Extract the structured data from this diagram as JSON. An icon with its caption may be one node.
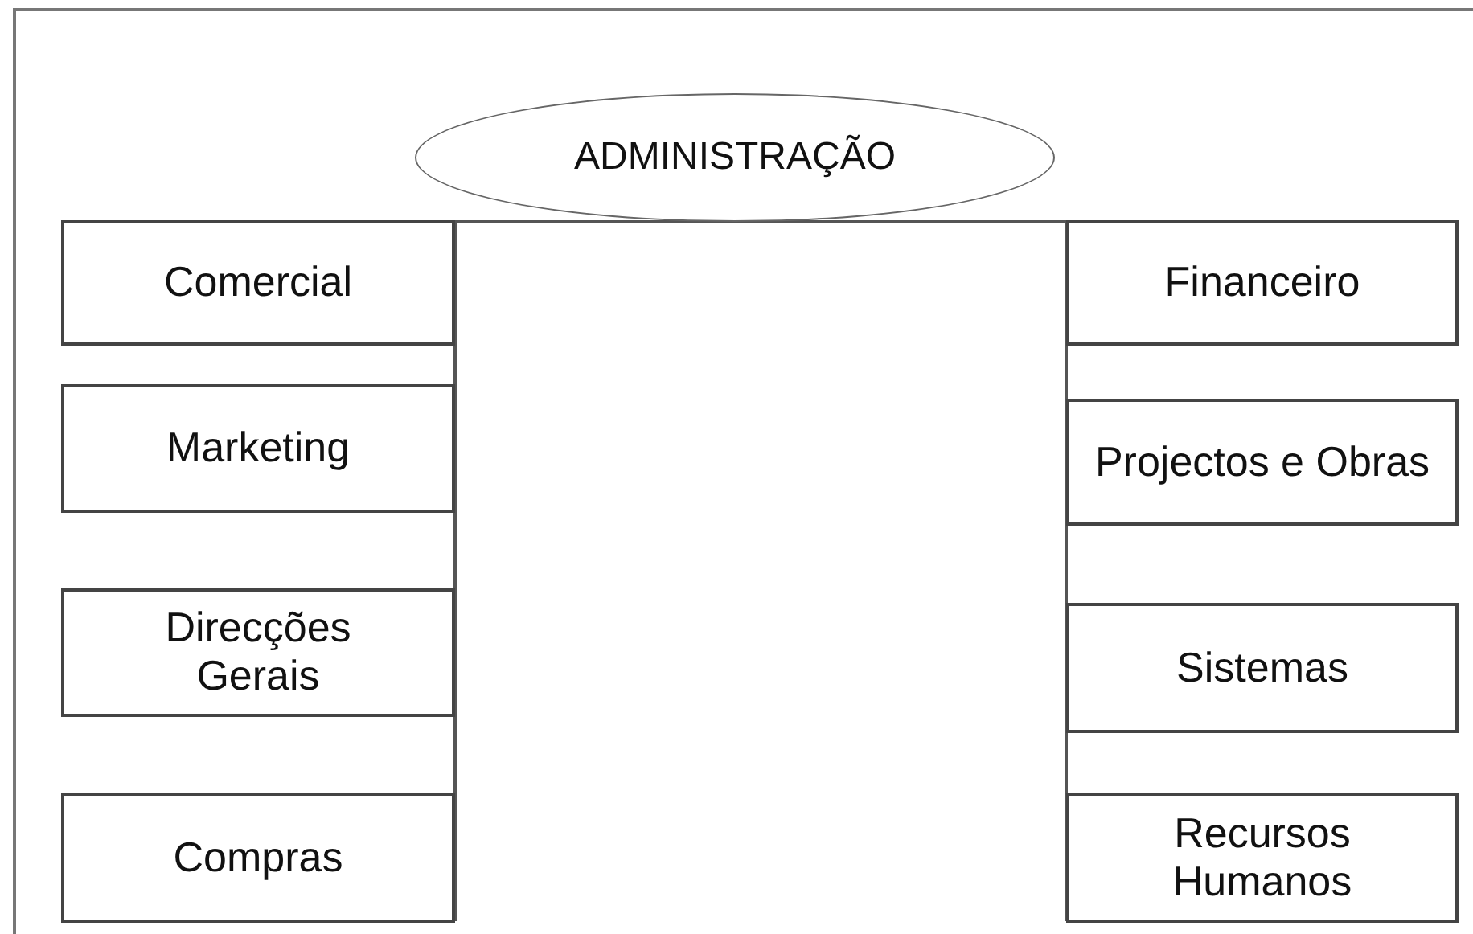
{
  "diagram": {
    "nodes": [
      {
        "text": [
          "ADMINISTRAÇÃO"
        ]
      },
      {
        "text": [
          "Comercial"
        ]
      },
      {
        "text": [
          "Marketing"
        ]
      },
      {
        "text": [
          "Direcções Gerais"
        ]
      },
      {
        "text": [
          "Compras"
        ]
      },
      {
        "text": [
          "Financeiro"
        ]
      },
      {
        "text": [
          "Projectos e Obras"
        ]
      },
      {
        "text": [
          "Sistemas"
        ]
      },
      {
        "text": [
          "Recursos Humanos"
        ]
      }
    ],
    "edges": [
      {
        "from": 0,
        "to": 1,
        "arrow": "none"
      },
      {
        "from": 0,
        "to": 2,
        "arrow": "none"
      },
      {
        "from": 0,
        "to": 3,
        "arrow": "none"
      },
      {
        "from": 0,
        "to": 4,
        "arrow": "none"
      },
      {
        "from": 0,
        "to": 5,
        "arrow": "none"
      },
      {
        "from": 0,
        "to": 6,
        "arrow": "none"
      },
      {
        "from": 0,
        "to": 7,
        "arrow": "none"
      },
      {
        "from": 0,
        "to": 8,
        "arrow": "none"
      }
    ]
  }
}
